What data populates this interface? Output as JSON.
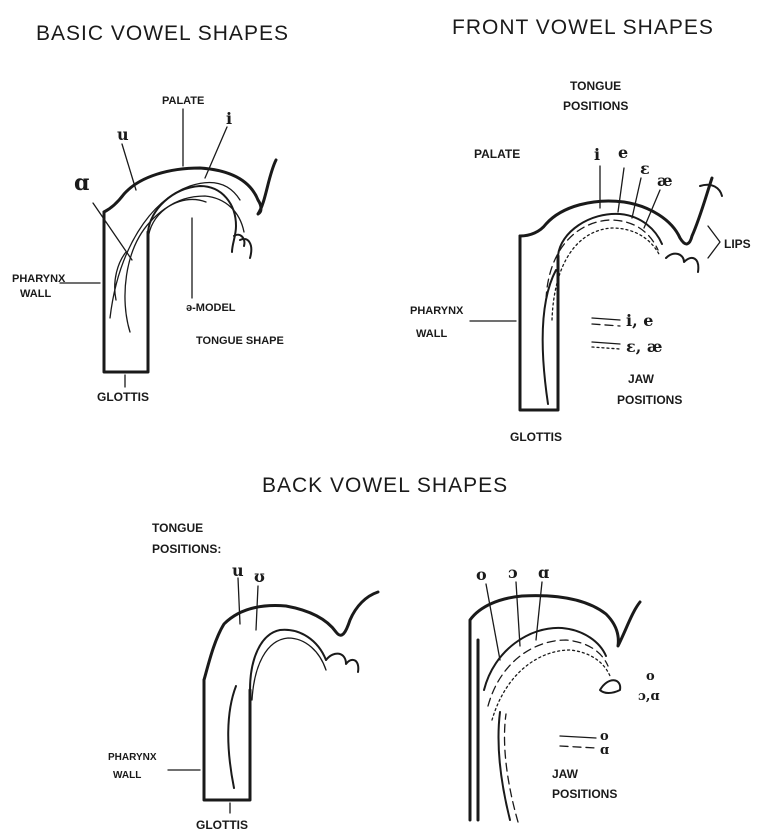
{
  "titles": {
    "basic": "BASIC VOWEL SHAPES",
    "front": "FRONT VOWEL SHAPES",
    "back": "BACK VOWEL SHAPES"
  },
  "basic": {
    "palate": "PALATE",
    "u": "u",
    "i": "i",
    "a": "ɑ",
    "pharynx_line1": "PHARYNX",
    "pharynx_line2": "WALL",
    "model_line1": "ə-MODEL",
    "model_line2": "TONGUE SHAPE",
    "glottis": "GLOTTIS"
  },
  "front": {
    "tongue_line1": "TONGUE",
    "tongue_line2": "POSITIONS",
    "palate": "PALATE",
    "i": "i",
    "e": "e",
    "eps": "ɛ",
    "ae": "æ",
    "lips": "LIPS",
    "pharynx_line1": "PHARYNX",
    "pharynx_line2": "WALL",
    "jaw_ie": "i, e",
    "jaw_eae": "ɛ, æ",
    "jaw_line1": "JAW",
    "jaw_line2": "POSITIONS",
    "glottis": "GLOTTIS"
  },
  "back": {
    "tongue_line1": "TONGUE",
    "tongue_line2": "POSITIONS:",
    "u": "u",
    "upsilon": "ʊ",
    "pharynx_line1": "PHARYNX",
    "pharynx_line2": "WALL",
    "glottis": "GLOTTIS",
    "o": "o",
    "open_o": "ɔ",
    "a": "ɑ",
    "lip_o": "o",
    "lip_oa": "ɔ,ɑ",
    "jaw_o": "o",
    "jaw_a": "ɑ",
    "jaw_line1": "JAW",
    "jaw_line2": "POSITIONS"
  },
  "colors": {
    "ink": "#1a1a1a",
    "paper": "#ffffff"
  }
}
